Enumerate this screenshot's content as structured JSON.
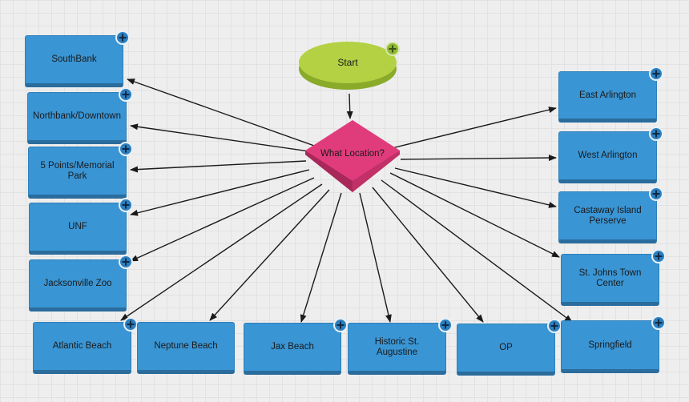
{
  "start": {
    "label": "Start"
  },
  "decision": {
    "label": "What Location?"
  },
  "left_nodes": [
    {
      "label": "SouthBank"
    },
    {
      "label": "Northbank/Downtown"
    },
    {
      "label": "5 Points/Memorial Park"
    },
    {
      "label": "UNF"
    },
    {
      "label": "Jacksonville Zoo"
    }
  ],
  "bottom_nodes": [
    {
      "label": "Atlantic Beach"
    },
    {
      "label": "Neptune Beach"
    },
    {
      "label": "Jax Beach"
    },
    {
      "label": "Historic St. Augustine"
    },
    {
      "label": "OP"
    },
    {
      "label": "Springfield"
    }
  ],
  "right_nodes": [
    {
      "label": "East Arlington"
    },
    {
      "label": "West Arlington"
    },
    {
      "label": "Castaway Island Perserve"
    },
    {
      "label": "St. Johns Town Center"
    }
  ],
  "colors": {
    "node_fill": "#3a95d4",
    "start_fill": "#b3d143",
    "decision_fill": "#e03c7c",
    "connector": "#1a1a1a"
  }
}
